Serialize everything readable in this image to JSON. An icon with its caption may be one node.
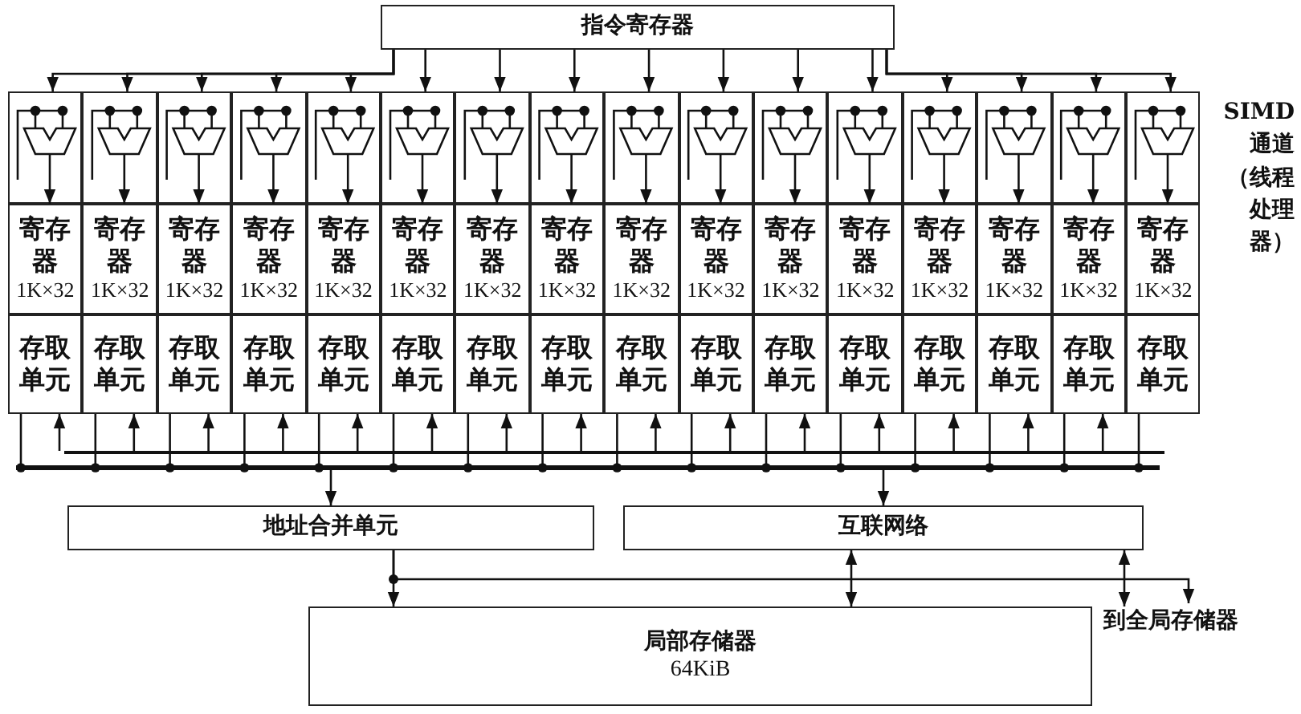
{
  "diagram": {
    "nodes": [
      {
        "text": [
          "指令寄存器"
        ]
      },
      {
        "text": [],
        "shape": "box"
      },
      {
        "text": [],
        "shape": "box"
      },
      {
        "text": [],
        "shape": "box"
      },
      {
        "text": [],
        "shape": "box"
      },
      {
        "text": [],
        "shape": "box"
      },
      {
        "text": [],
        "shape": "box"
      },
      {
        "text": [],
        "shape": "box"
      },
      {
        "text": [],
        "shape": "box"
      },
      {
        "text": [],
        "shape": "box"
      },
      {
        "text": [],
        "shape": "box"
      },
      {
        "text": [],
        "shape": "box"
      },
      {
        "text": [],
        "shape": "box"
      },
      {
        "text": [],
        "shape": "box"
      },
      {
        "text": [],
        "shape": "box"
      },
      {
        "text": [],
        "shape": "box"
      },
      {
        "text": [],
        "shape": "box"
      },
      {
        "text": [
          "寄存器",
          "1K×32"
        ]
      },
      {
        "text": [
          "寄存器",
          "1K×32"
        ]
      },
      {
        "text": [
          "寄存器",
          "1K×32"
        ]
      },
      {
        "text": [
          "寄存器",
          "1K×32"
        ]
      },
      {
        "text": [
          "寄存器",
          "1K×32"
        ]
      },
      {
        "text": [
          "寄存器",
          "1K×32"
        ]
      },
      {
        "text": [
          "寄存器",
          "1K×32"
        ]
      },
      {
        "text": [
          "寄存器",
          "1K×32"
        ]
      },
      {
        "text": [
          "寄存器",
          "1K×32"
        ]
      },
      {
        "text": [
          "寄存器",
          "1K×32"
        ]
      },
      {
        "text": [
          "寄存器",
          "1K×32"
        ]
      },
      {
        "text": [
          "寄存器",
          "1K×32"
        ]
      },
      {
        "text": [
          "寄存器",
          "1K×32"
        ]
      },
      {
        "text": [
          "寄存器",
          "1K×32"
        ]
      },
      {
        "text": [
          "寄存器",
          "1K×32"
        ]
      },
      {
        "text": [
          "寄存器",
          "1K×32"
        ]
      },
      {
        "text": [
          "存取单元"
        ]
      },
      {
        "text": [
          "存取单元"
        ]
      },
      {
        "text": [
          "存取单元"
        ]
      },
      {
        "text": [
          "存取单元"
        ]
      },
      {
        "text": [
          "存取单元"
        ]
      },
      {
        "text": [
          "存取单元"
        ]
      },
      {
        "text": [
          "存取单元"
        ]
      },
      {
        "text": [
          "存取单元"
        ]
      },
      {
        "text": [
          "存取单元"
        ]
      },
      {
        "text": [
          "存取单元"
        ]
      },
      {
        "text": [
          "存取单元"
        ]
      },
      {
        "text": [
          "存取单元"
        ]
      },
      {
        "text": [
          "存取单元"
        ]
      },
      {
        "text": [
          "存取单元"
        ]
      },
      {
        "text": [
          "存取单元"
        ]
      },
      {
        "text": [
          "存取单元"
        ]
      },
      {
        "text": [],
        "shape": "bar"
      },
      {
        "text": [],
        "shape": "bar"
      },
      {
        "text": [
          "地址合并单元"
        ]
      },
      {
        "text": [
          "互联网络"
        ]
      },
      {
        "text": [
          "局部存储器",
          "64KiB"
        ]
      },
      {
        "text": [
          "到全局存储器"
        ]
      }
    ],
    "edges": [
      {
        "from": 0,
        "to": 1,
        "arrow": "to"
      },
      {
        "from": 0,
        "to": 2,
        "arrow": "to"
      },
      {
        "from": 0,
        "to": 3,
        "arrow": "to"
      },
      {
        "from": 0,
        "to": 4,
        "arrow": "to"
      },
      {
        "from": 0,
        "to": 5,
        "arrow": "to"
      },
      {
        "from": 0,
        "to": 6,
        "arrow": "to"
      },
      {
        "from": 0,
        "to": 7,
        "arrow": "to"
      },
      {
        "from": 0,
        "to": 8,
        "arrow": "to"
      },
      {
        "from": 0,
        "to": 9,
        "arrow": "to"
      },
      {
        "from": 0,
        "to": 10,
        "arrow": "to"
      },
      {
        "from": 0,
        "to": 11,
        "arrow": "to"
      },
      {
        "from": 0,
        "to": 12,
        "arrow": "to"
      },
      {
        "from": 0,
        "to": 13,
        "arrow": "to"
      },
      {
        "from": 0,
        "to": 14,
        "arrow": "to"
      },
      {
        "from": 0,
        "to": 15,
        "arrow": "to"
      },
      {
        "from": 0,
        "to": 16,
        "arrow": "to"
      },
      {
        "from": 33,
        "to": 50,
        "arrow": "other"
      },
      {
        "from": 34,
        "to": 50,
        "arrow": "other"
      },
      {
        "from": 35,
        "to": 50,
        "arrow": "other"
      },
      {
        "from": 36,
        "to": 50,
        "arrow": "other"
      },
      {
        "from": 37,
        "to": 50,
        "arrow": "other"
      },
      {
        "from": 38,
        "to": 50,
        "arrow": "other"
      },
      {
        "from": 39,
        "to": 50,
        "arrow": "other"
      },
      {
        "from": 40,
        "to": 50,
        "arrow": "other"
      },
      {
        "from": 41,
        "to": 50,
        "arrow": "other"
      },
      {
        "from": 42,
        "to": 50,
        "arrow": "other"
      },
      {
        "from": 43,
        "to": 50,
        "arrow": "other"
      },
      {
        "from": 44,
        "to": 50,
        "arrow": "other"
      },
      {
        "from": 45,
        "to": 50,
        "arrow": "other"
      },
      {
        "from": 46,
        "to": 50,
        "arrow": "other"
      },
      {
        "from": 47,
        "to": 50,
        "arrow": "other"
      },
      {
        "from": 48,
        "to": 50,
        "arrow": "other"
      },
      {
        "from": 49,
        "to": 33,
        "arrow": "to"
      },
      {
        "from": 49,
        "to": 34,
        "arrow": "to"
      },
      {
        "from": 49,
        "to": 35,
        "arrow": "to"
      },
      {
        "from": 49,
        "to": 36,
        "arrow": "to"
      },
      {
        "from": 49,
        "to": 37,
        "arrow": "to"
      },
      {
        "from": 49,
        "to": 38,
        "arrow": "to"
      },
      {
        "from": 49,
        "to": 39,
        "arrow": "to"
      },
      {
        "from": 49,
        "to": 40,
        "arrow": "to"
      },
      {
        "from": 49,
        "to": 41,
        "arrow": "to"
      },
      {
        "from": 49,
        "to": 42,
        "arrow": "to"
      },
      {
        "from": 49,
        "to": 43,
        "arrow": "to"
      },
      {
        "from": 49,
        "to": 44,
        "arrow": "to"
      },
      {
        "from": 49,
        "to": 45,
        "arrow": "to"
      },
      {
        "from": 49,
        "to": 46,
        "arrow": "to"
      },
      {
        "from": 49,
        "to": 47,
        "arrow": "to"
      },
      {
        "from": 50,
        "to": 51,
        "arrow": "to"
      },
      {
        "from": 50,
        "to": 52,
        "arrow": "to"
      },
      {
        "from": 51,
        "to": 53,
        "arrow": "to"
      },
      {
        "from": 51,
        "to": 54,
        "arrow": "to"
      },
      {
        "from": 52,
        "to": 53,
        "arrow": "both"
      },
      {
        "from": 52,
        "to": 54,
        "arrow": "both"
      },
      {
        "from": 1,
        "to": 17,
        "arrow": "to"
      },
      {
        "from": 2,
        "to": 18,
        "arrow": "to"
      },
      {
        "from": 3,
        "to": 19,
        "arrow": "to"
      },
      {
        "from": 4,
        "to": 20,
        "arrow": "to"
      },
      {
        "from": 5,
        "to": 21,
        "arrow": "to"
      },
      {
        "from": 6,
        "to": 22,
        "arrow": "to"
      },
      {
        "from": 7,
        "to": 23,
        "arrow": "to"
      },
      {
        "from": 8,
        "to": 24,
        "arrow": "to"
      },
      {
        "from": 9,
        "to": 25,
        "arrow": "to"
      },
      {
        "from": 10,
        "to": 26,
        "arrow": "to"
      },
      {
        "from": 11,
        "to": 27,
        "arrow": "to"
      },
      {
        "from": 12,
        "to": 28,
        "arrow": "to"
      },
      {
        "from": 13,
        "to": 29,
        "arrow": "to"
      },
      {
        "from": 14,
        "to": 30,
        "arrow": "to"
      },
      {
        "from": 15,
        "to": 31,
        "arrow": "to"
      },
      {
        "from": 16,
        "to": 32,
        "arrow": "to"
      }
    ],
    "labels": [
      "SIMD通道（线程处理器）"
    ]
  }
}
